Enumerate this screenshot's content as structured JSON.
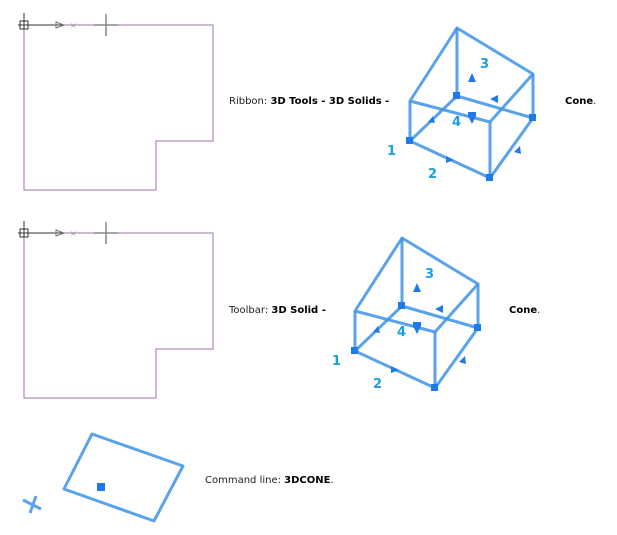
{
  "steps": [
    {
      "prefix": "Ribbon: ",
      "path": "3D Tools - 3D Solids -",
      "suffix": "Cone",
      "end": "."
    },
    {
      "prefix": "Toolbar: ",
      "path": "3D Solid -",
      "suffix": "Cone",
      "end": "."
    },
    {
      "prefix": "Command line: ",
      "path": "3DCONE",
      "end": "."
    }
  ],
  "cube_labels": [
    "1",
    "2",
    "3",
    "4"
  ],
  "colors": {
    "outline": "#a070a8",
    "grip": "#3d93e8",
    "label": "#1a9fe0"
  }
}
